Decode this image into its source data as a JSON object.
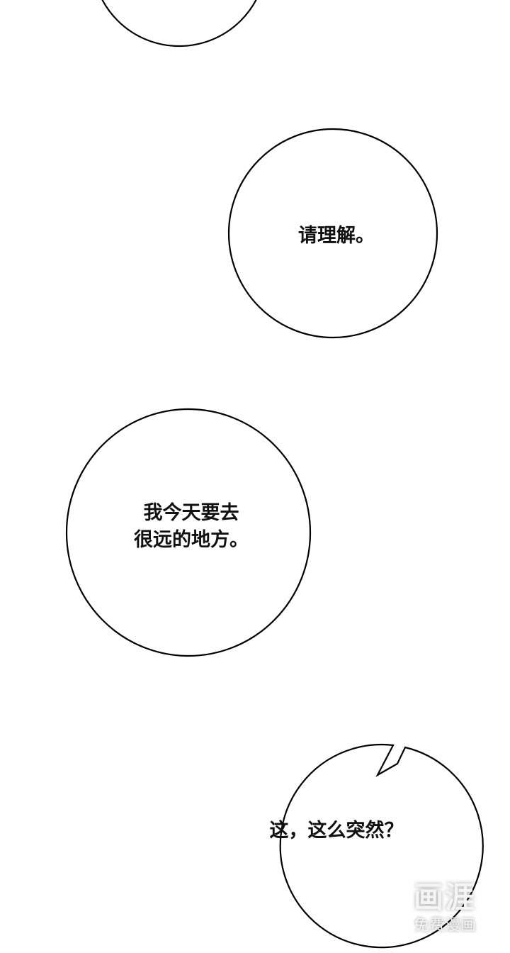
{
  "bubbles": [
    {
      "id": "top-partial",
      "text": ""
    },
    {
      "id": "bubble-2",
      "text": "请理解。"
    },
    {
      "id": "bubble-3",
      "lines": [
        "我今天要去",
        "很远的地方。"
      ]
    },
    {
      "id": "bubble-4",
      "text": "这，这么突然？"
    }
  ],
  "watermark": {
    "logo": "画涯",
    "subtitle": "免费漫画"
  },
  "colors": {
    "background": "#ffffff",
    "stroke": "#000000",
    "text": "#111111"
  }
}
